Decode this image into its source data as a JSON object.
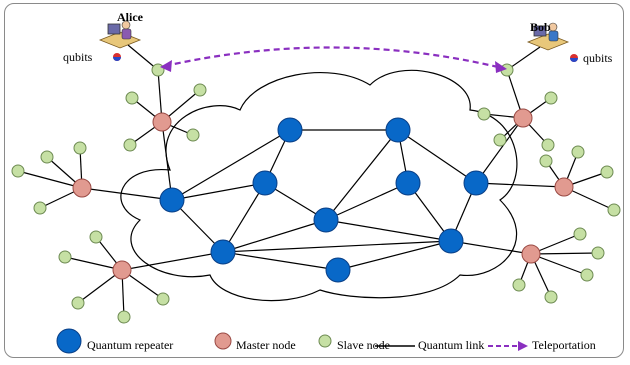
{
  "users": {
    "alice": "Alice",
    "bob": "Bob",
    "qubits_left": "qubits",
    "qubits_right": "qubits"
  },
  "legend": {
    "repeater": "Quantum repeater",
    "master": "Master node",
    "slave": "Slave node",
    "link": "Quantum link",
    "teleport": "Teleportation"
  },
  "colors": {
    "repeater": "#0868c8",
    "repeater_stroke": "#0a3f86",
    "master": "#e19a90",
    "master_stroke": "#9a4a44",
    "slave": "#c6e0a4",
    "slave_stroke": "#6d8a52",
    "teleport": "#8a2fc0"
  }
}
